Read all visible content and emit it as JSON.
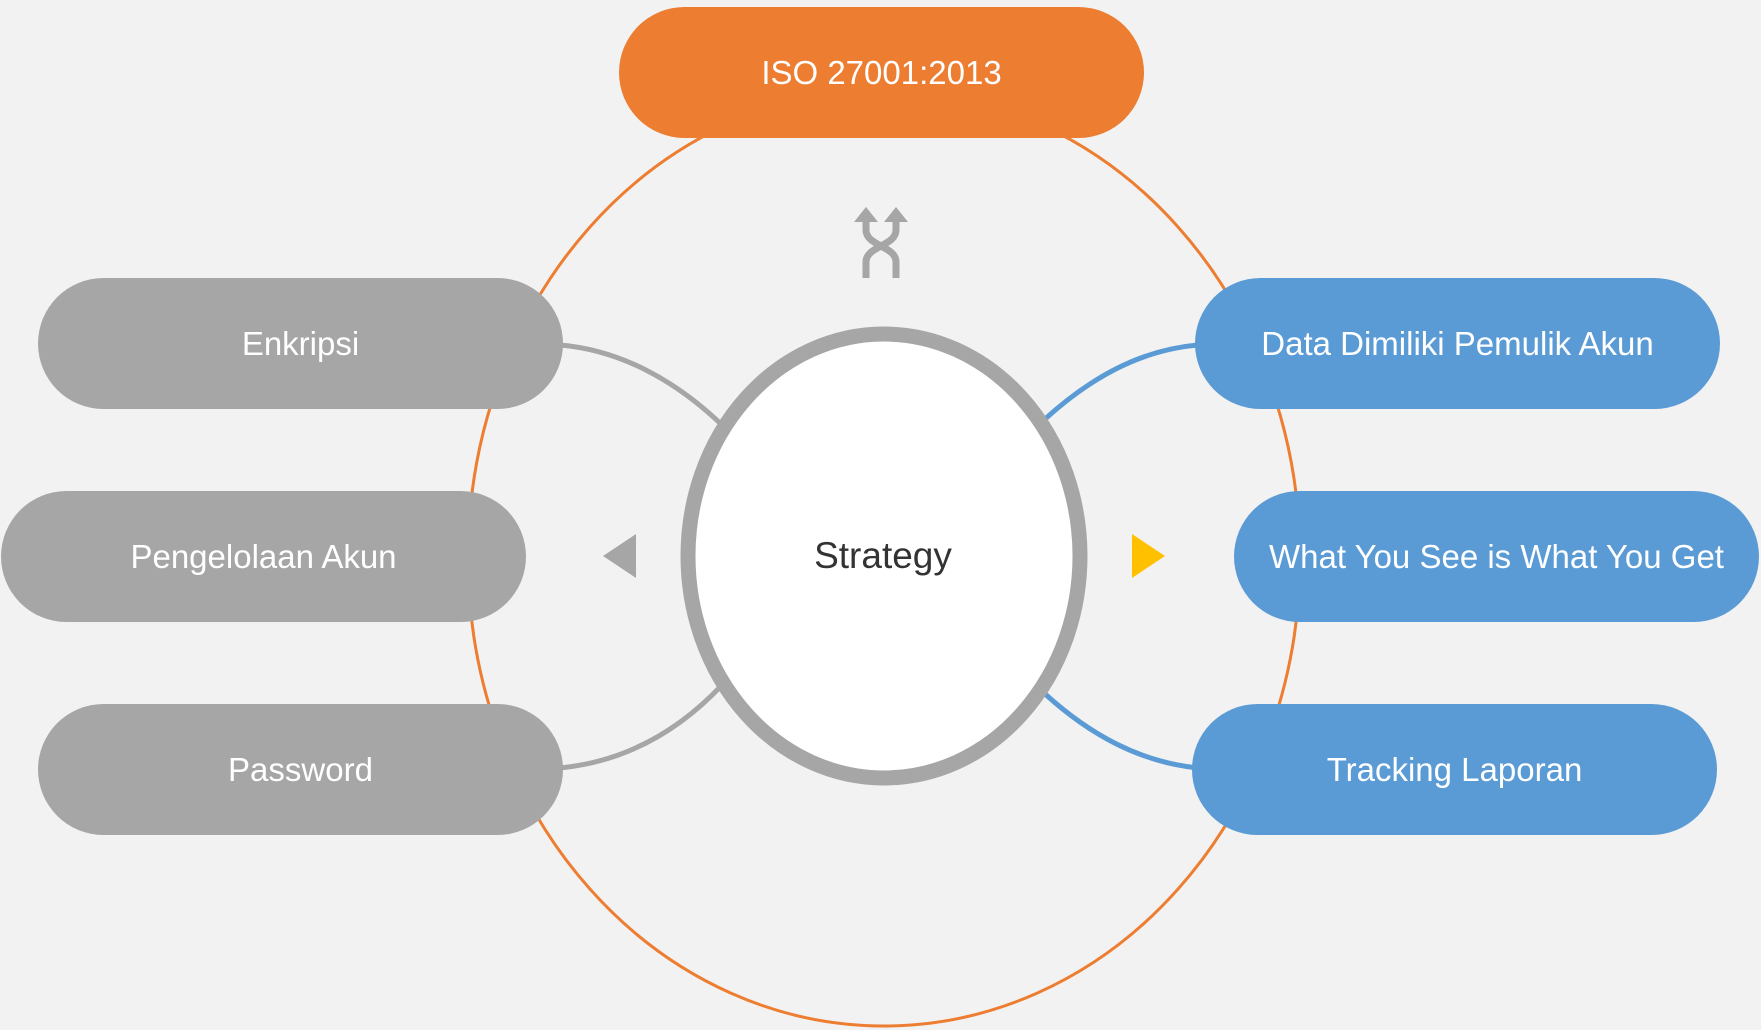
{
  "diagram": {
    "top": {
      "label": "ISO 27001:2013"
    },
    "center": {
      "label": "Strategy"
    },
    "left_items": [
      {
        "label": "Enkripsi"
      },
      {
        "label": "Pengelolaan Akun"
      },
      {
        "label": "Password"
      }
    ],
    "right_items": [
      {
        "label": "Data Dimiliki Pemulik Akun"
      },
      {
        "label": "What You See is What You Get"
      },
      {
        "label": "Tracking Laporan"
      }
    ]
  },
  "colors": {
    "background": "#f2f2f2",
    "orange": "#ed7d31",
    "gray": "#a6a6a6",
    "blue": "#5b9bd5",
    "yellow": "#ffc000",
    "white": "#ffffff"
  },
  "icons": {
    "top_center": "crossing-arrows-icon",
    "left_pointer": "triangle-left-icon",
    "right_pointer": "triangle-right-icon"
  }
}
